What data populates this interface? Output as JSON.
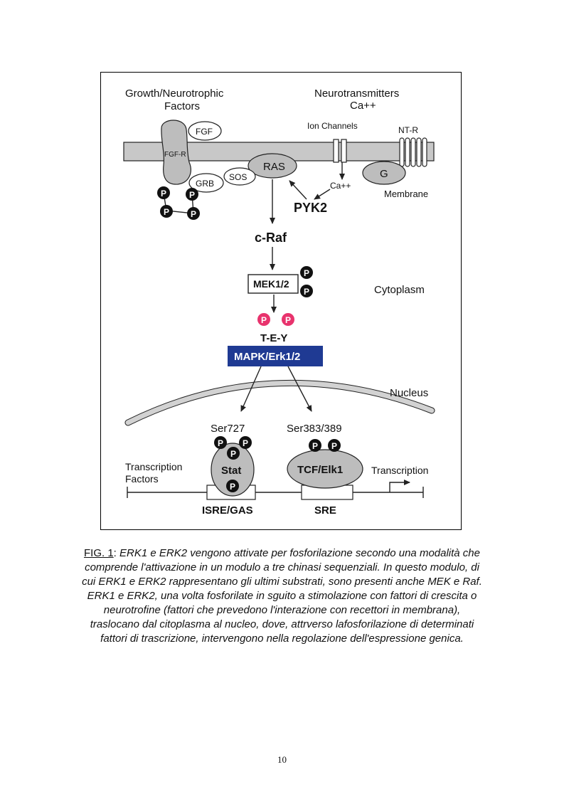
{
  "figure": {
    "labels": {
      "growth_factors": [
        "Growth/Neurotrophic",
        "Factors"
      ],
      "neurotransmitters": [
        "Neurotransmitters",
        "Ca++"
      ],
      "ion_channels": "Ion Channels",
      "nt_r": "NT-R",
      "fgf": "FGF",
      "fgf_r": "FGF-R",
      "ras": "RAS",
      "sos": "SOS",
      "grb": "GRB",
      "g": "G",
      "ca_inflow": "Ca++",
      "membrane": "Membrane",
      "pyk2": "PYK2",
      "craf": "c-Raf",
      "mek": "MEK1/2",
      "cytoplasm": "Cytoplasm",
      "tey": "T-E-Y",
      "mapk": "MAPK/Erk1/2",
      "nucleus": "Nucleus",
      "ser727": "Ser727",
      "ser383": "Ser383/389",
      "stat": "Stat",
      "tcf": "TCF/Elk1",
      "transcription_factors": [
        "Transcription",
        "Factors"
      ],
      "transcription": "Transcription",
      "isre": "ISRE/GAS",
      "sre": "SRE",
      "phospho": "P"
    },
    "colors": {
      "mapk_box": "#1f3a93",
      "phospho_dark": "#111111",
      "phospho_pink": "#e8336d",
      "protein_fill": "#bdbdbd"
    }
  },
  "caption": {
    "label": "FIG. 1",
    "separator": ":",
    "text": " ERK1 e ERK2 vengono attivate per fosforilazione secondo una modalità che comprende l'attivazione in un modulo a tre chinasi sequenziali. In questo modulo, di cui ERK1 e ERK2 rappresentano gli ultimi substrati, sono presenti anche MEK e Raf. ERK1 e ERK2, una volta fosforilate in sguito a stimolazione con fattori di crescita o neurotrofine (fattori che prevedono l'interazione con recettori in membrana), traslocano dal citoplasma al nucleo, dove, attrverso lafosforilazione di determinati fattori di trascrizione, intervengono nella regolazione dell'espressione genica."
  },
  "page_number": "10"
}
